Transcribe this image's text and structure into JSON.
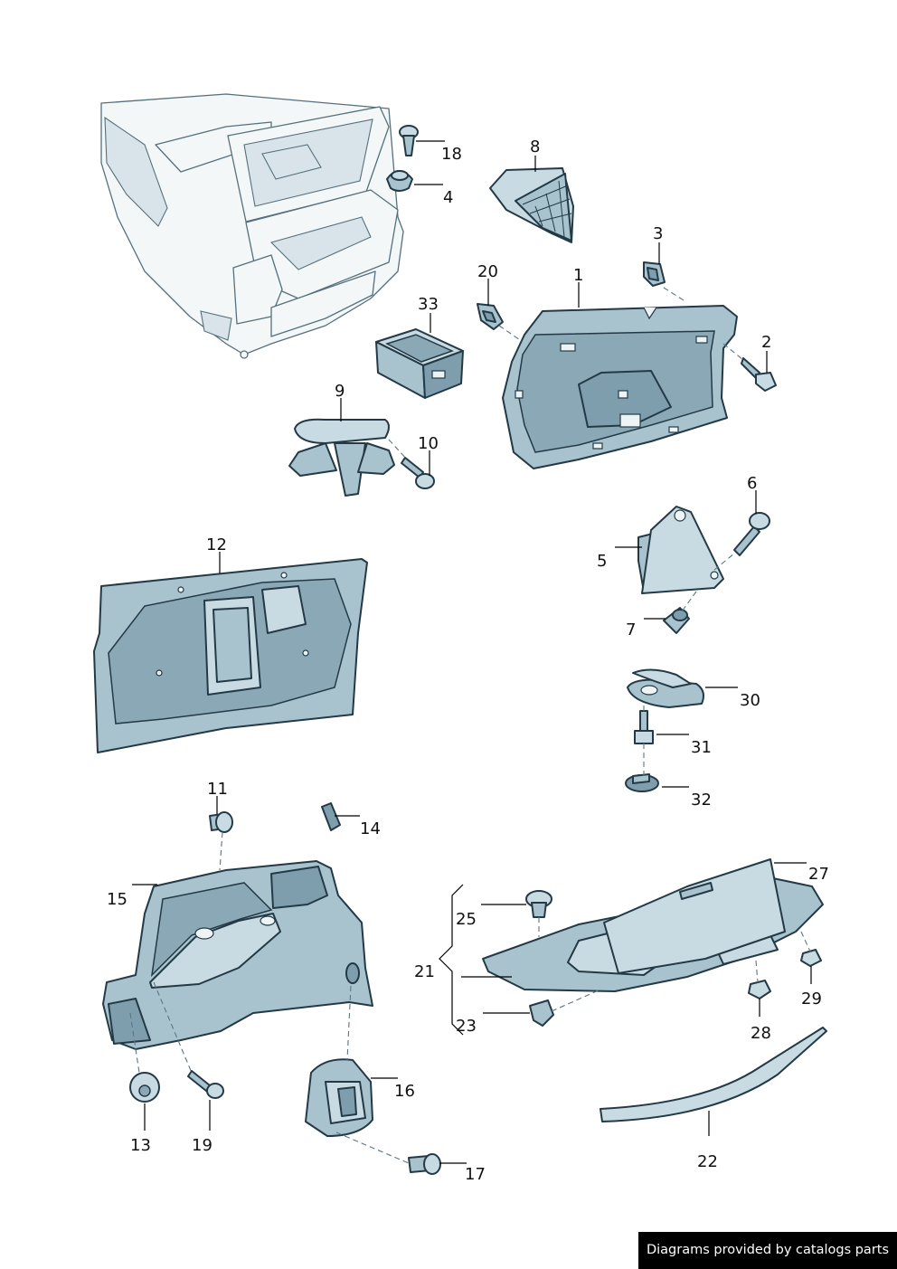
{
  "labels": {
    "l1": "1",
    "l2": "2",
    "l3": "3",
    "l4": "4",
    "l5": "5",
    "l6": "6",
    "l7": "7",
    "l8": "8",
    "l9": "9",
    "l10": "10",
    "l11": "11",
    "l12": "12",
    "l13": "13",
    "l14": "14",
    "l15": "15",
    "l16": "16",
    "l17": "17",
    "l18": "18",
    "l19": "19",
    "l20": "20",
    "l21": "21",
    "l22": "22",
    "l23": "23",
    "l25": "25",
    "l27": "27",
    "l28": "28",
    "l29": "29",
    "l30": "30",
    "l31": "31",
    "l32": "32",
    "l33": "33"
  },
  "footer": {
    "text": "Diagrams provided by catalogs parts"
  },
  "colors": {
    "part": "#a9c3ce",
    "outline": "#233a46",
    "footer_bg": "#000000"
  }
}
